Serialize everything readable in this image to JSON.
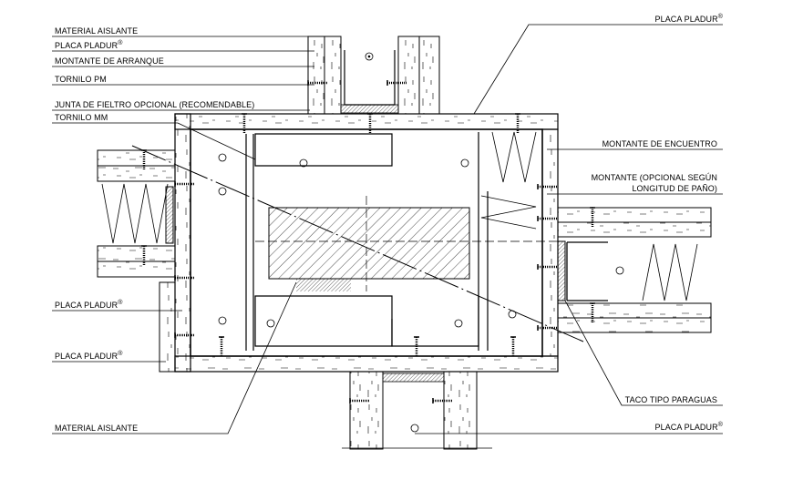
{
  "drawing": {
    "type": "construction-detail",
    "subject": "Plan section of drywall partition junction around column/pilaster",
    "colors": {
      "line": "#000000",
      "background": "#ffffff"
    }
  },
  "labels_left": [
    {
      "text": "MATERIAL AISLANTE",
      "sup": ""
    },
    {
      "text": "PLACA PLADUR",
      "sup": "®"
    },
    {
      "text": "MONTANTE DE ARRANQUE",
      "sup": ""
    },
    {
      "text": "TORNILO PM",
      "sup": ""
    },
    {
      "text": "JUNTA DE FIELTRO OPCIONAL (RECOMENDABLE)",
      "sup": ""
    },
    {
      "text": "TORNILO MM",
      "sup": ""
    },
    {
      "text": "PLACA PLADUR",
      "sup": "®"
    },
    {
      "text": "PLACA PLADUR",
      "sup": "®"
    },
    {
      "text": "MATERIAL AISLANTE",
      "sup": ""
    }
  ],
  "labels_right": [
    {
      "text": "PLACA PLADUR",
      "sup": "®"
    },
    {
      "text": "MONTANTE DE ENCUENTRO",
      "sup": ""
    },
    {
      "text": "MONTANTE (OPCIONAL SEGÚN",
      "sup": ""
    },
    {
      "text": "LONGITUD DE PAÑO)",
      "sup": ""
    },
    {
      "text": "TACO TIPO PARAGUAS",
      "sup": ""
    },
    {
      "text": "PLACA PLADUR",
      "sup": "®"
    }
  ]
}
